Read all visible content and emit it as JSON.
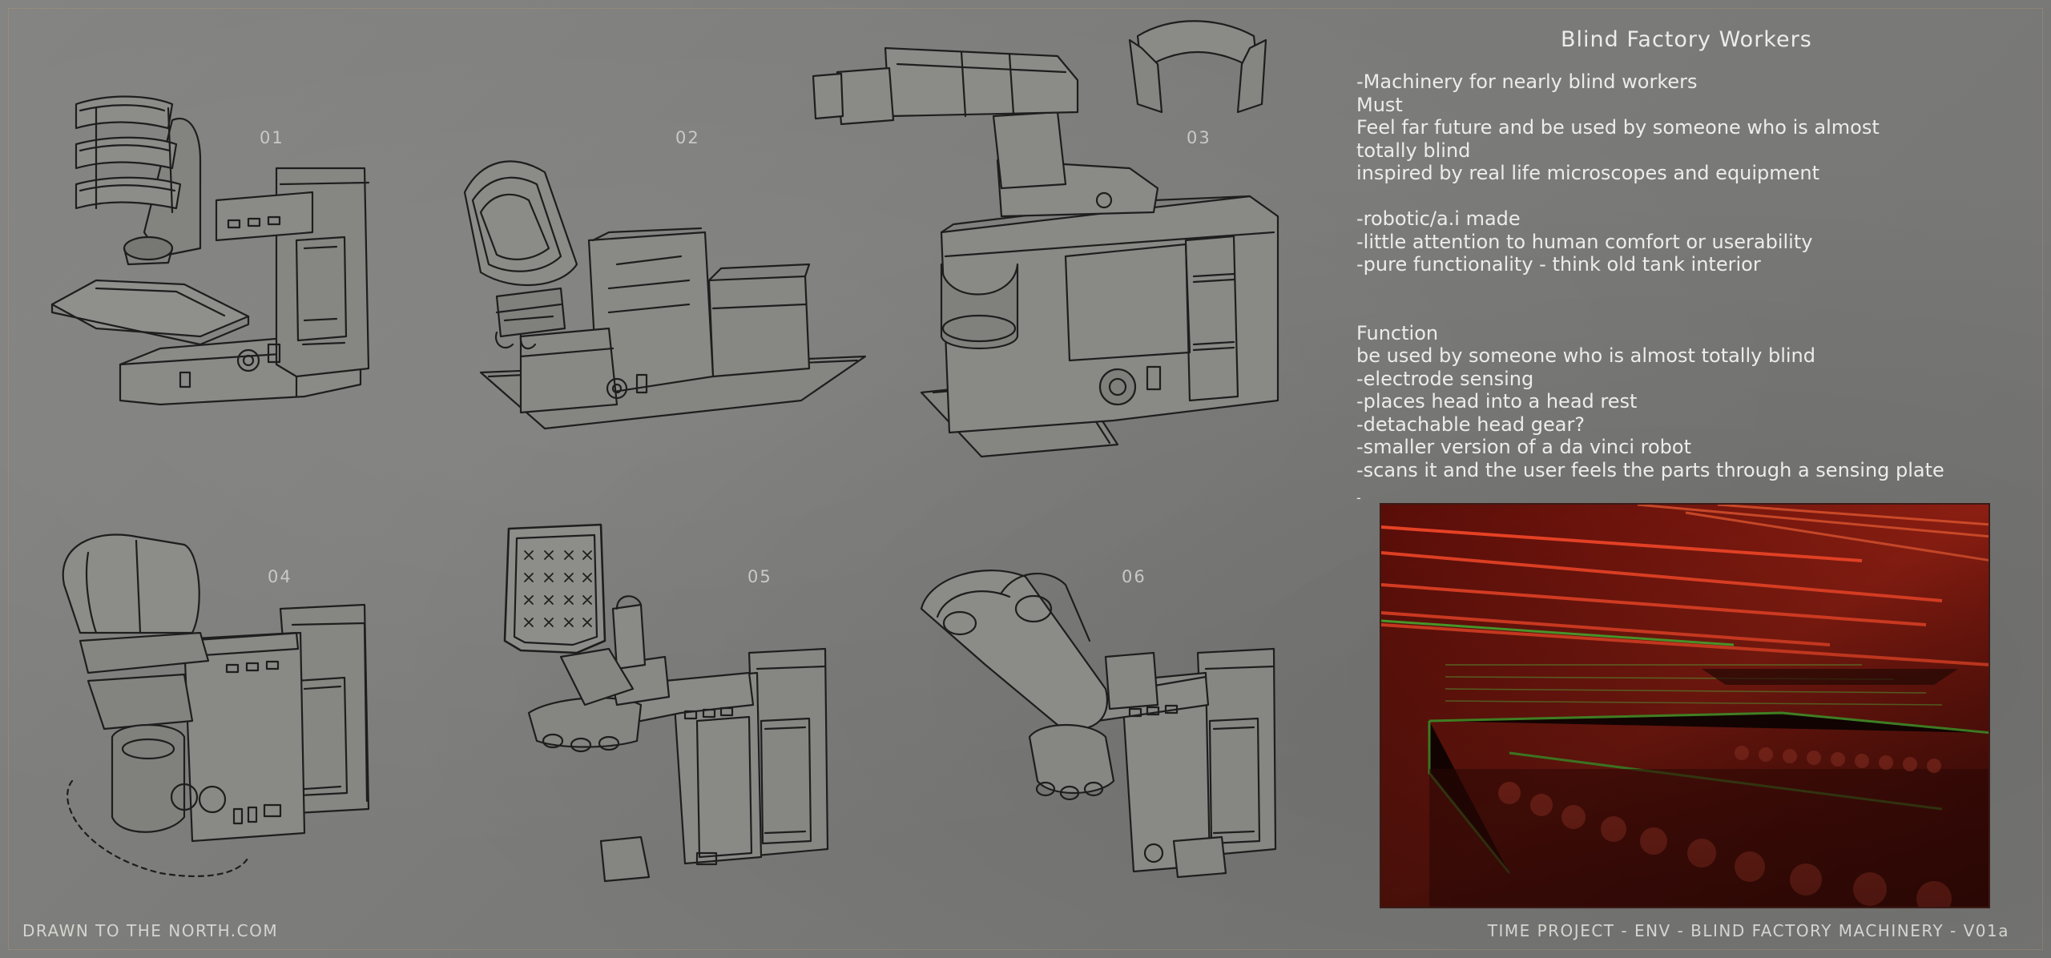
{
  "sheet": {
    "title": "Blind Factory Workers",
    "notes": [
      "-Machinery for nearly blind workers",
      "Must",
      "Feel far future and be used by someone who is almost",
      "totally blind",
      "inspired by real life microscopes and equipment",
      "",
      "-robotic/a.i made",
      "-little attention to human comfort or userability",
      "-pure functionality - think old tank interior",
      "",
      "",
      "Function",
      "be used by someone who is almost totally blind",
      "-electrode sensing",
      "-places head into a head rest",
      "-detachable head gear?",
      "-smaller version of a da vinci robot",
      "-scans it and the user feels the parts through a sensing plate"
    ],
    "dash": "-",
    "footer_left": "DRAWN TO THE NORTH.COM",
    "footer_right": "TIME PROJECT - ENV - BLIND FACTORY MACHINERY - V01a"
  },
  "sketches": [
    {
      "number": "01",
      "icon": "microscope-machine-stacked-visor"
    },
    {
      "number": "02",
      "icon": "microscope-machine-angled-visor"
    },
    {
      "number": "03",
      "icon": "microscope-machine-robot-arm"
    },
    {
      "number": "04",
      "icon": "microscope-machine-head-rest"
    },
    {
      "number": "05",
      "icon": "microscope-machine-sensing-plate"
    },
    {
      "number": "06",
      "icon": "microscope-machine-goggle-head"
    }
  ],
  "reference_image": {
    "icon": "red-lit-factory-hall-photo",
    "colors": {
      "dominant": "#8c1e12",
      "accent_green": "#4fd33a",
      "dark": "#2a0a06"
    }
  },
  "colors": {
    "background": "#7d7d7b",
    "text": "#ececea",
    "linework": "#1e1e1e"
  }
}
